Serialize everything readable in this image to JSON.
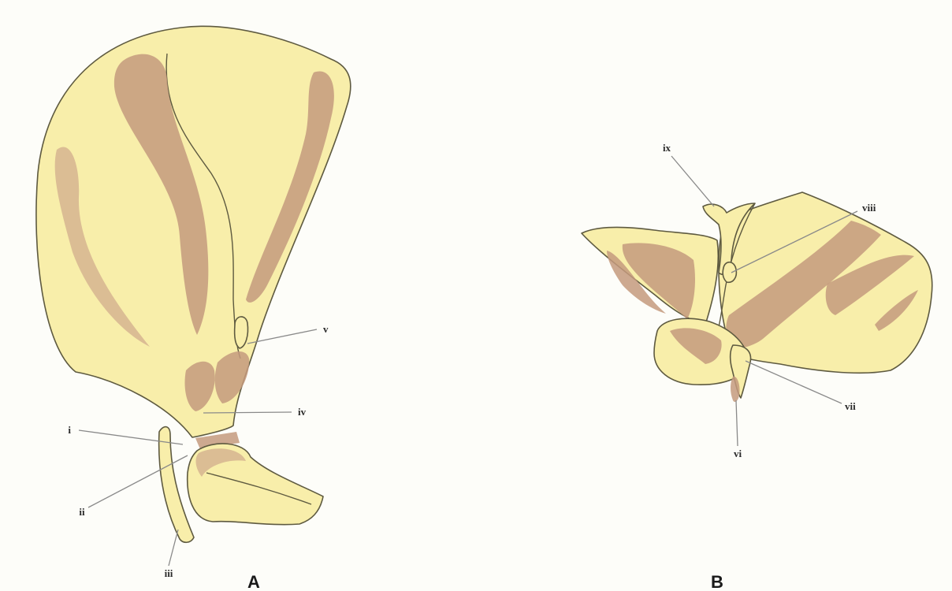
{
  "figure": {
    "panel_a": {
      "letter": "A",
      "labels": [
        "i",
        "ii",
        "iii",
        "iv",
        "v"
      ]
    },
    "panel_b": {
      "letter": "B",
      "labels": [
        "vi",
        "vii",
        "viii",
        "ix"
      ]
    },
    "colors": {
      "bone": "#f8eeaa",
      "shading": "#c49a7e",
      "outline": "#5e5a40",
      "leader": "#8a8a8a"
    }
  }
}
